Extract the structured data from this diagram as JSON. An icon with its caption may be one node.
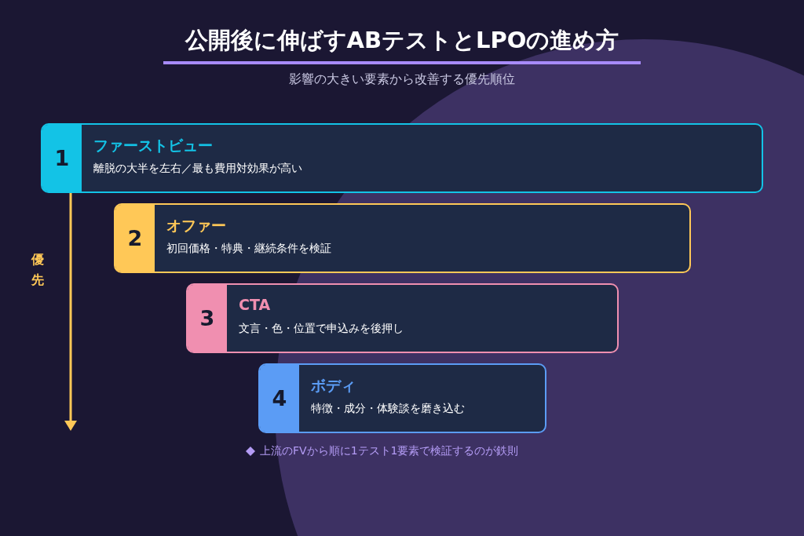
{
  "diagram": {
    "title": "公開後に伸ばすABテストとLPOの進め方",
    "caption": "影響の大きい要素から改善する優先順位",
    "nodes": [
      {
        "text": [
          "1",
          "ファーストビュー",
          "離脱の大半を左右／最も費用対効果が高い"
        ]
      },
      {
        "text": [
          "2",
          "オファー",
          "初回価格・特典・継続条件を検証"
        ]
      },
      {
        "text": [
          "3",
          "CTA",
          "文言・色・位置で申込みを後押し"
        ]
      },
      {
        "text": [
          "4",
          "ボディ",
          "特徴・成分・体験談を磨き込む"
        ]
      }
    ],
    "edges": [],
    "labels": [
      "優先",
      "上流のFVから順に1テスト1要素で検証するのが鉄則"
    ]
  }
}
